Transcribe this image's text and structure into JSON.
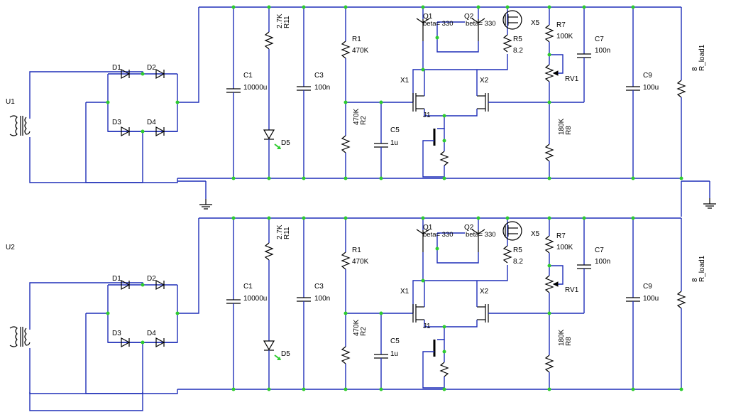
{
  "labels": {
    "transformer": [
      "U1",
      "U2"
    ],
    "d1": "D1",
    "d2": "D2",
    "d3": "D3",
    "d4": "D4",
    "c1": "C1",
    "c1_val": "10000u",
    "r11_val": "2.7K",
    "r11": "R11",
    "d5": "D5",
    "c3": "C3",
    "c3_val": "100n",
    "r1": "R1",
    "r1_val": "470K",
    "r2_val": "470K",
    "r2": "R2",
    "c5": "C5",
    "c5_val": "1u",
    "q1": "Q1",
    "q2": "Q2",
    "beta": "beta= 330",
    "r5": "R5",
    "r5_val": "8.2",
    "x1": "X1",
    "x2": "X2",
    "j1": "J1",
    "x5": "X5",
    "r7": "R7",
    "r7_val": "100K",
    "rv1": "RV1",
    "r8_val": "180K",
    "r8": "R8",
    "c7": "C7",
    "c7_val": "100n",
    "c9": "C9",
    "c9_val": "100u",
    "rload_val": "8",
    "rload": "R_load1"
  }
}
